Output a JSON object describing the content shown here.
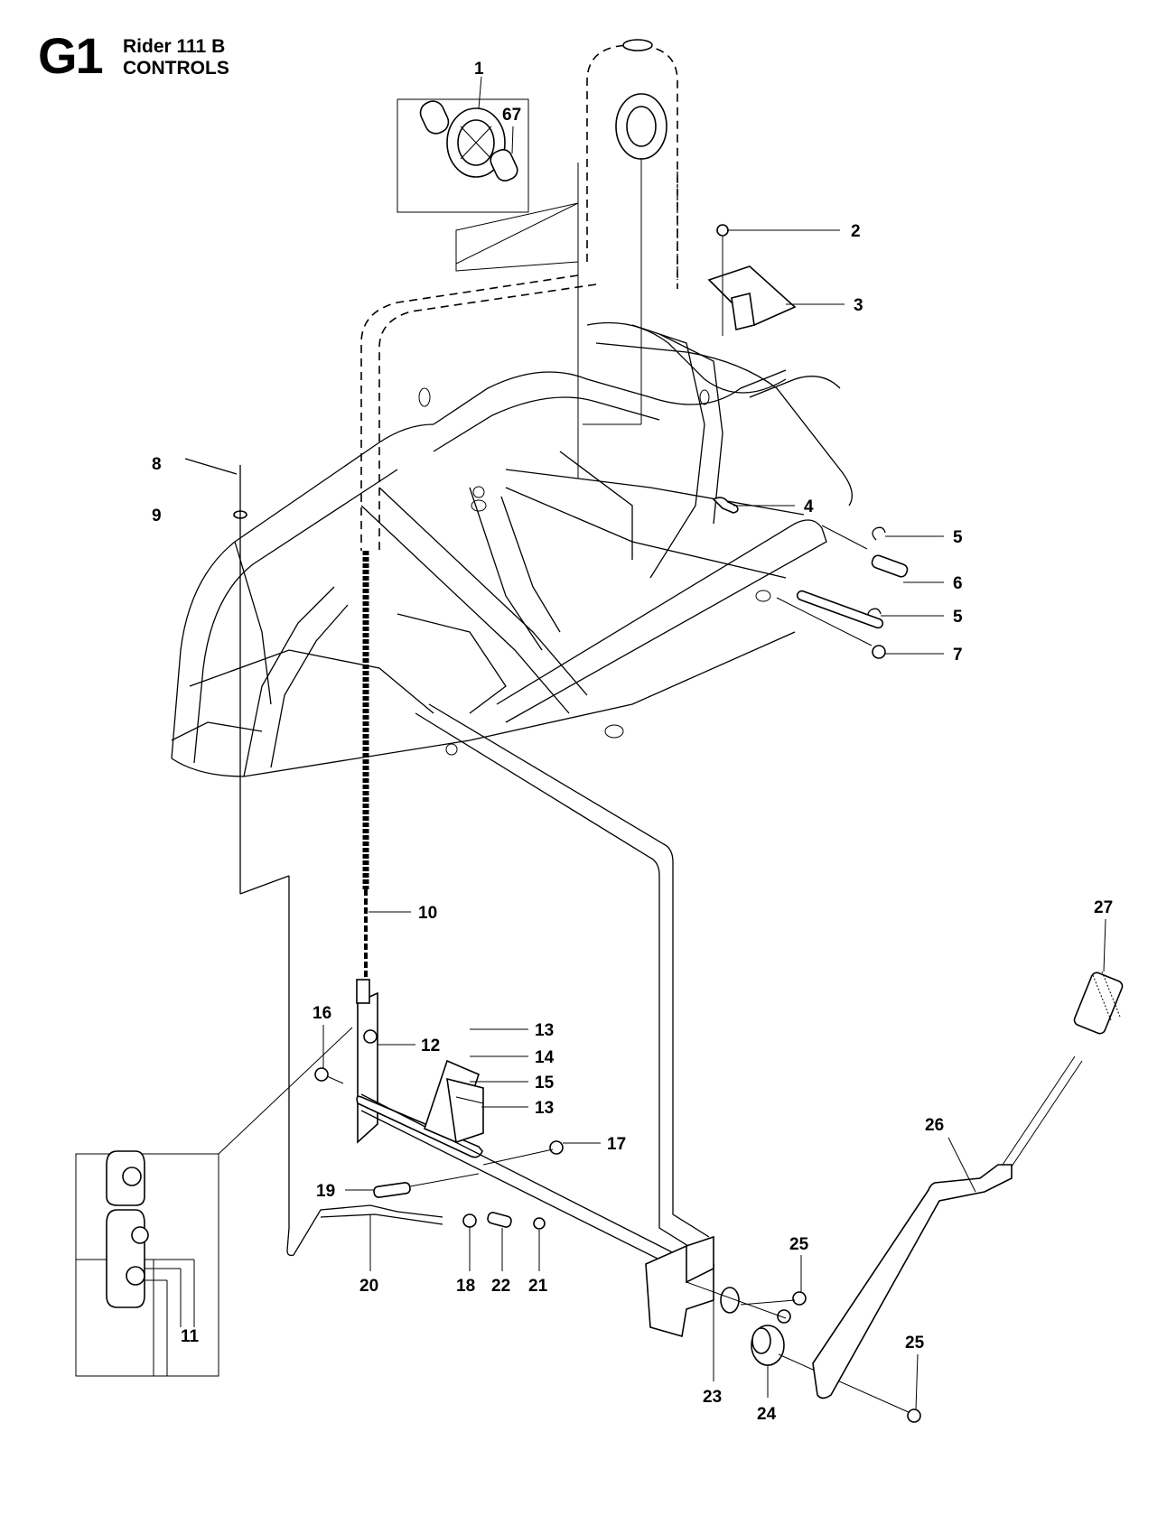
{
  "header": {
    "section_code": "G1",
    "model": "Rider 111 B",
    "group": "CONTROLS"
  },
  "callouts": [
    "1",
    "67",
    "2",
    "3",
    "4",
    "5",
    "6",
    "5",
    "7",
    "8",
    "9",
    "10",
    "11",
    "12",
    "13",
    "14",
    "15",
    "13",
    "16",
    "17",
    "19",
    "20",
    "18",
    "22",
    "21",
    "23",
    "24",
    "25",
    "25",
    "26",
    "27"
  ]
}
